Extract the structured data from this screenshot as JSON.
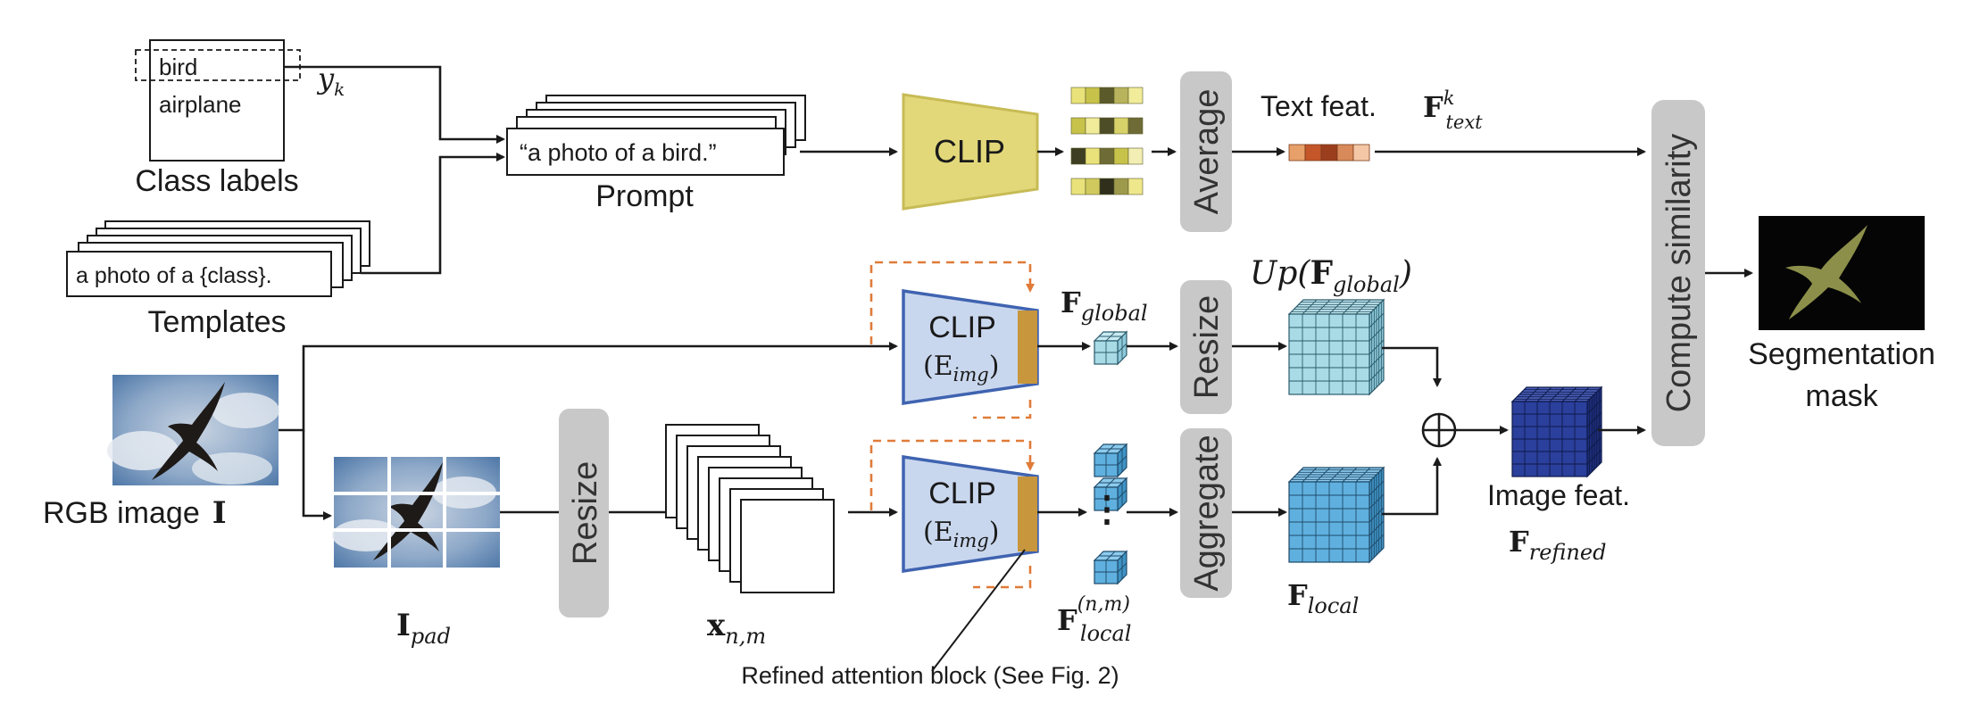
{
  "class_labels": {
    "items": [
      "bird",
      "airplane"
    ],
    "caption": "Class labels",
    "symbol": "y",
    "symbol_sub": "k"
  },
  "templates": {
    "text": "a photo of a {class}.",
    "caption": "Templates"
  },
  "prompt": {
    "text": "“a photo of a bird.”",
    "caption": "Prompt"
  },
  "clip_text": {
    "label": "CLIP"
  },
  "average_block": "Average",
  "text_feat": {
    "label": "Text feat.",
    "F": "F",
    "sup": "k",
    "sub": "text"
  },
  "compute_block": "Compute similarity",
  "output": {
    "line1": "Segmentation",
    "line2": "mask"
  },
  "rgb_image": {
    "label": "RGB image",
    "symbol": "I"
  },
  "i_pad": {
    "symbol": "I",
    "sub": "pad"
  },
  "resize_block_1": "Resize",
  "crops": {
    "symbol": "x",
    "sub": "n,m"
  },
  "clip_global": {
    "label": "CLIP",
    "enc": "(E",
    "enc_sub": "img",
    "enc_close": ")"
  },
  "clip_local": {
    "label": "CLIP",
    "enc": "(E",
    "enc_sub": "img",
    "enc_close": ")"
  },
  "f_global": {
    "F": "F",
    "sub": "global"
  },
  "resize_block_2": "Resize",
  "up_global": {
    "pre": "Up(",
    "F": "F",
    "sub": "global",
    "post": ")"
  },
  "f_local_nm": {
    "F": "F",
    "sup": "(n,m)",
    "sub": "local",
    "dots": "⋮"
  },
  "aggregate_block": "Aggregate",
  "f_local": {
    "F": "F",
    "sub": "local"
  },
  "plus": "⊕",
  "image_feat": {
    "label": "Image feat.",
    "F": "F",
    "sub": "refined"
  },
  "refined_note": "Refined attention block (See Fig. 2)",
  "colors": {
    "clip_text_fill": "#e2d87a",
    "clip_img_fill": "#c9d7ee",
    "clip_img_stroke": "#3f63b0",
    "attn_block": "#c8963c",
    "dashed": "#e07b39",
    "cube_light": "#a9dbe6",
    "cube_mid": "#5fb0de",
    "cube_dark": "#2b3f9c"
  }
}
